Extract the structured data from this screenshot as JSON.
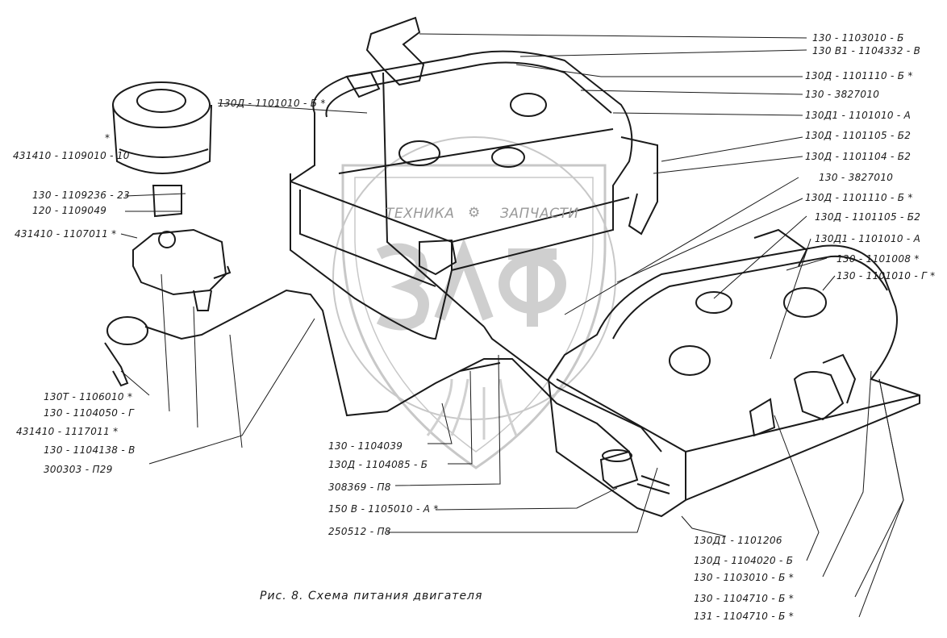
{
  "caption": "Рис. 8. Схема питания двигателя",
  "watermark": {
    "left": "ТЕХНИКА",
    "right": "ЗАПЧАСТИ",
    "logo": "ЗЛФ",
    "gear_icon": "gear-icon"
  },
  "labels": {
    "r1": "130 - 1103010 - Б",
    "r2": "130 В1 - 1104332 - В",
    "r3": "130Д - 1101110 - Б *",
    "r4": "130 - 3827010",
    "r5": "130Д1 - 1101010 - А",
    "r6": "130Д - 1101105 - Б2",
    "r7": "130Д - 1101104 - Б2",
    "r8": "130 - 3827010",
    "r9": "130Д - 1101110 - Б *",
    "r10": "130Д - 1101105 - Б2",
    "r11": "130Д1 - 1101010 - А",
    "r12": "130 - 1101008 *",
    "r13": "130 - 1101010 - Г *",
    "top_center": "130Д - 1101010 - Б *",
    "l1": "431410 - 1109010 - 10",
    "l1_star": "*",
    "l2": "130 - 1109236 - 23",
    "l3": "120 - 1109049",
    "l4": "431410 - 1107011 *",
    "l5": "130Т - 1106010 *",
    "l6": "130 - 1104050 - Г",
    "l7": "431410 - 1117011 *",
    "l8": "130 - 1104138 - В",
    "l9": "300303 - П29",
    "b1": "130 - 1104039",
    "b2": "130Д - 1104085 - Б",
    "b3": "308369 - П8",
    "b4": "150 В - 1105010 - А *",
    "b5": "250512 - П8",
    "br1": "130Д1 - 1101206",
    "br2": "130Д - 1104020 - Б",
    "br3": "130 - 1103010 - Б *",
    "br4": "130 - 1104710 - Б *",
    "br5": "131 - 1104710 - Б *"
  }
}
